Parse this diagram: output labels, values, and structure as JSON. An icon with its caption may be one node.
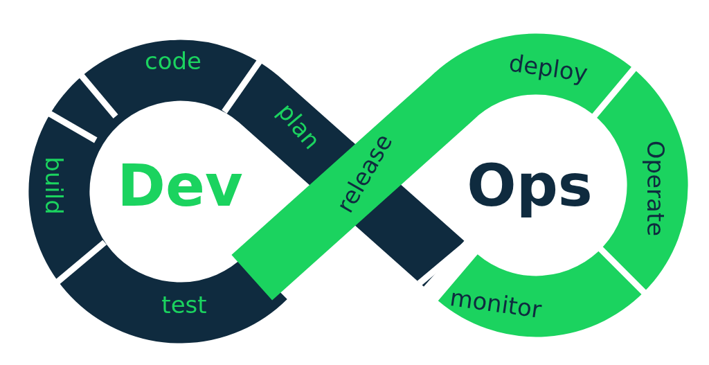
{
  "diagram": {
    "nodes": [
      {
        "text": [
          "code"
        ]
      },
      {
        "text": [
          "plan"
        ]
      },
      {
        "text": [
          "build"
        ]
      },
      {
        "text": [
          "release"
        ]
      },
      {
        "text": [
          "deploy"
        ]
      },
      {
        "text": [
          "Operate"
        ]
      },
      {
        "text": [
          "test"
        ]
      },
      {
        "text": [
          "monitor"
        ]
      }
    ],
    "labels": [
      "Dev",
      "Ops"
    ]
  }
}
